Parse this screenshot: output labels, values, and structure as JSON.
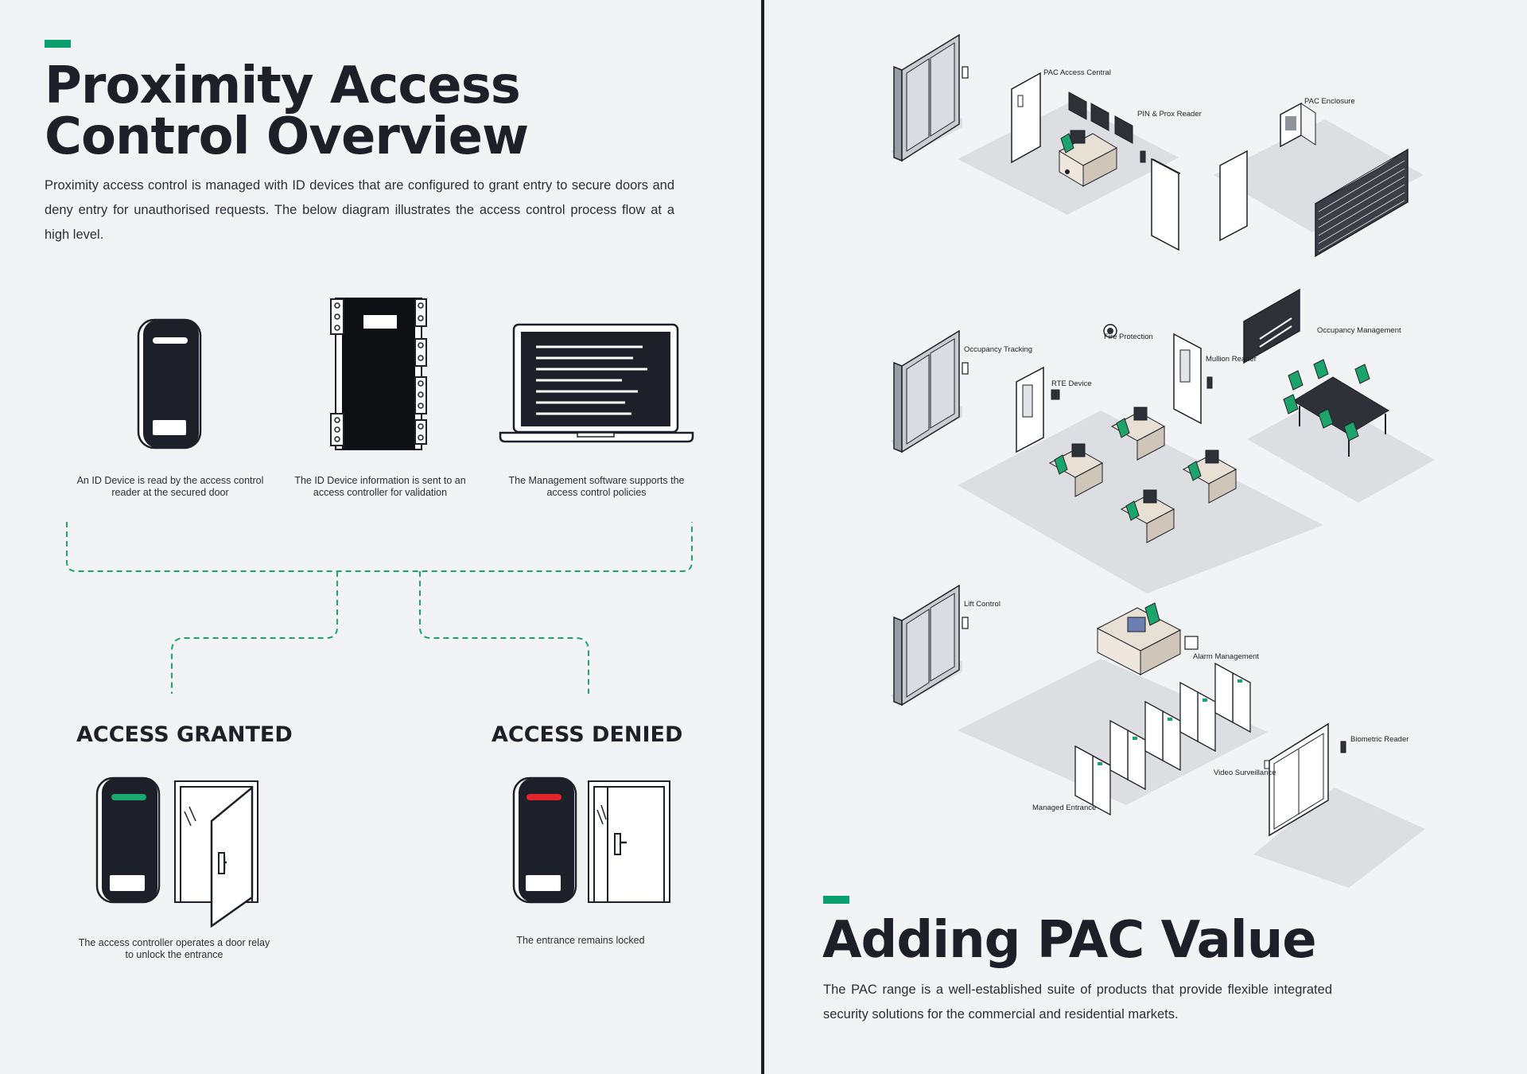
{
  "left": {
    "title_line1": "Proximity Access",
    "title_line2": "Control Overview",
    "intro": "Proximity access control is managed with ID devices that are configured to grant entry to secure doors and deny entry for unauthorised requests. The below diagram illustrates the access control process flow at a high level.",
    "steps": [
      {
        "icon": "card-reader-icon",
        "caption": "An ID Device is read by the access control reader at the secured door"
      },
      {
        "icon": "access-controller-icon",
        "caption": "The ID Device information is sent to an access controller for validation"
      },
      {
        "icon": "laptop-icon",
        "caption": "The Management software supports the access control policies"
      }
    ],
    "outcomes": [
      {
        "heading": "ACCESS GRANTED",
        "caption": "The access controller operates a door relay to unlock the entrance",
        "led_color": "#1aa86f"
      },
      {
        "heading": "ACCESS DENIED",
        "caption": "The entrance remains locked",
        "led_color": "#e0262c"
      }
    ]
  },
  "right": {
    "labels": {
      "pac_access_central": "PAC Access Central",
      "pin_prox_reader": "PIN & Prox Reader",
      "pac_enclosure": "PAC Enclosure",
      "occupancy_tracking": "Occupancy Tracking",
      "fire_protection": "Fire Protection",
      "rte_device": "RTE Device",
      "mullion_reader": "Mullion Reader",
      "occupancy_management": "Occupancy Management",
      "lift_control": "Lift Control",
      "alarm_management": "Alarm Management",
      "biometric_reader": "Biometric Reader",
      "video_surveillance": "Video Surveillance",
      "managed_entrance": "Managed Entrance"
    },
    "title": "Adding PAC Value",
    "intro": "The PAC range is a well-established suite of products that provide flexible integrated security solutions for the commercial and residential markets."
  },
  "colors": {
    "accent": "#0aa06e",
    "ink": "#1e2029",
    "floor": "#dcdee1",
    "chair": "#1ca46b",
    "desk": "#e8dfd5"
  }
}
